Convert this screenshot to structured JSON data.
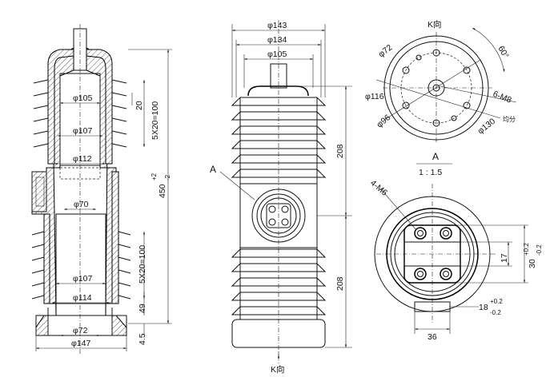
{
  "left_view": {
    "dims": {
      "d105": "φ105",
      "d107a": "φ107",
      "d112": "φ112",
      "d70": "φ70",
      "d107b": "φ107",
      "d114": "φ114",
      "d72": "φ72",
      "d147": "φ147",
      "v20": "20",
      "v5x20a": "5X20=100",
      "v450": "450",
      "v450_tol_up": "+2",
      "v450_tol_dn": "-2",
      "v5x20b": "5X20=100",
      "v49": "49",
      "v45": "4.5"
    }
  },
  "front_view": {
    "dims": {
      "d143": "φ143",
      "d134": "φ134",
      "d105": "φ105",
      "h208a": "208",
      "h208b": "208",
      "detail_ref": "A",
      "k_dir": "K向"
    }
  },
  "k_view": {
    "title": "K向",
    "dims": {
      "d72": "φ72",
      "d116": "φ116",
      "d96": "φ96",
      "d130": "φ130",
      "angle": "60°",
      "thread": "6-M8",
      "eq": "均分"
    }
  },
  "detail_a": {
    "title": "A",
    "scale": "1 : 1.5",
    "dims": {
      "thread": "4-M6",
      "w17": "17",
      "w30": "30",
      "w30_up": "+0.2",
      "w30_dn": "-0.2",
      "w18": "18",
      "w18_up": "+0.2",
      "w18_dn": "-0.2",
      "w36": "36"
    }
  }
}
